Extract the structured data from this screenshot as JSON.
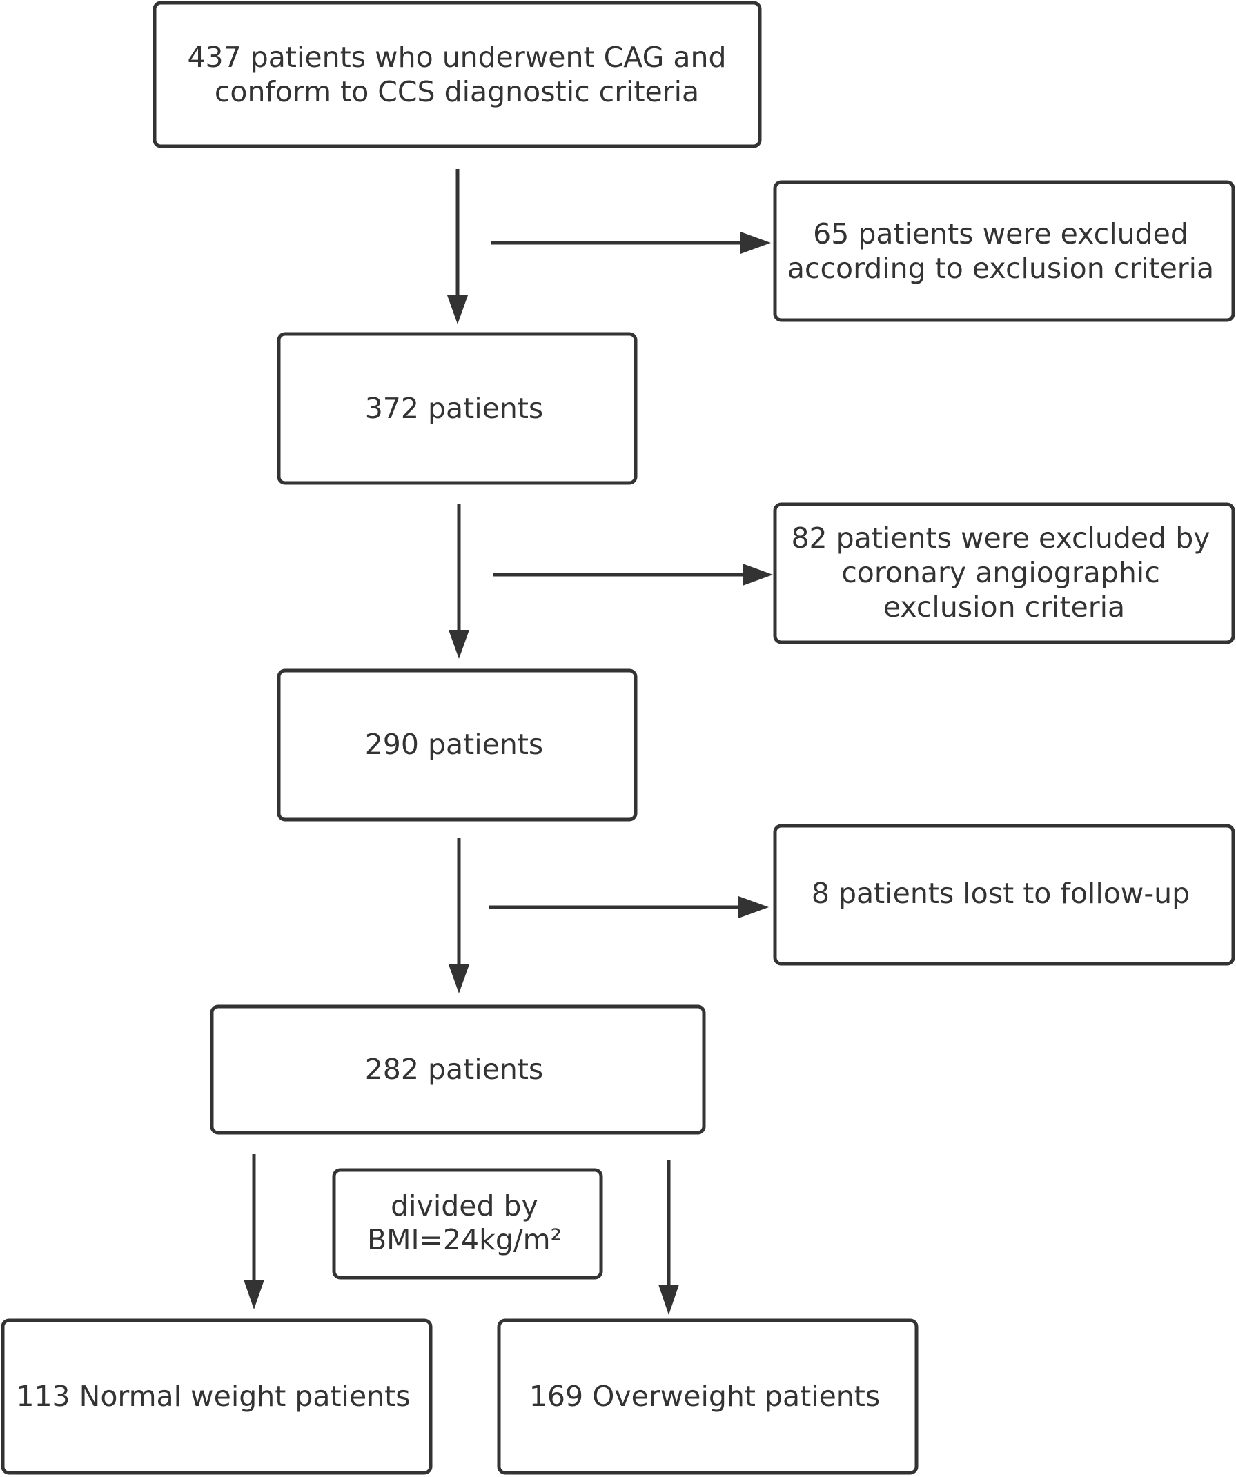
{
  "flowchart": {
    "start": {
      "line1": "437 patients who underwent CAG and",
      "line2": "conform to CCS diagnostic criteria"
    },
    "exclusion1": {
      "line1": "65 patients were excluded",
      "line2": "according to exclusion criteria"
    },
    "step372": {
      "label": "372 patients"
    },
    "exclusion2": {
      "line1": "82 patients were excluded by",
      "line2": "coronary angiographic",
      "line3": "exclusion criteria"
    },
    "step290": {
      "label": "290 patients"
    },
    "exclusion3": {
      "label": "8 patients lost to follow-up"
    },
    "step282": {
      "label": "282 patients"
    },
    "split": {
      "line1": "divided by",
      "line2": "BMI=24kg/m²"
    },
    "normal": {
      "label": "113 Normal weight patients"
    },
    "overweight": {
      "label": "169 Overweight patients"
    }
  },
  "colors": {
    "stroke": "#333333",
    "text": "#333333",
    "background": "#ffffff"
  }
}
